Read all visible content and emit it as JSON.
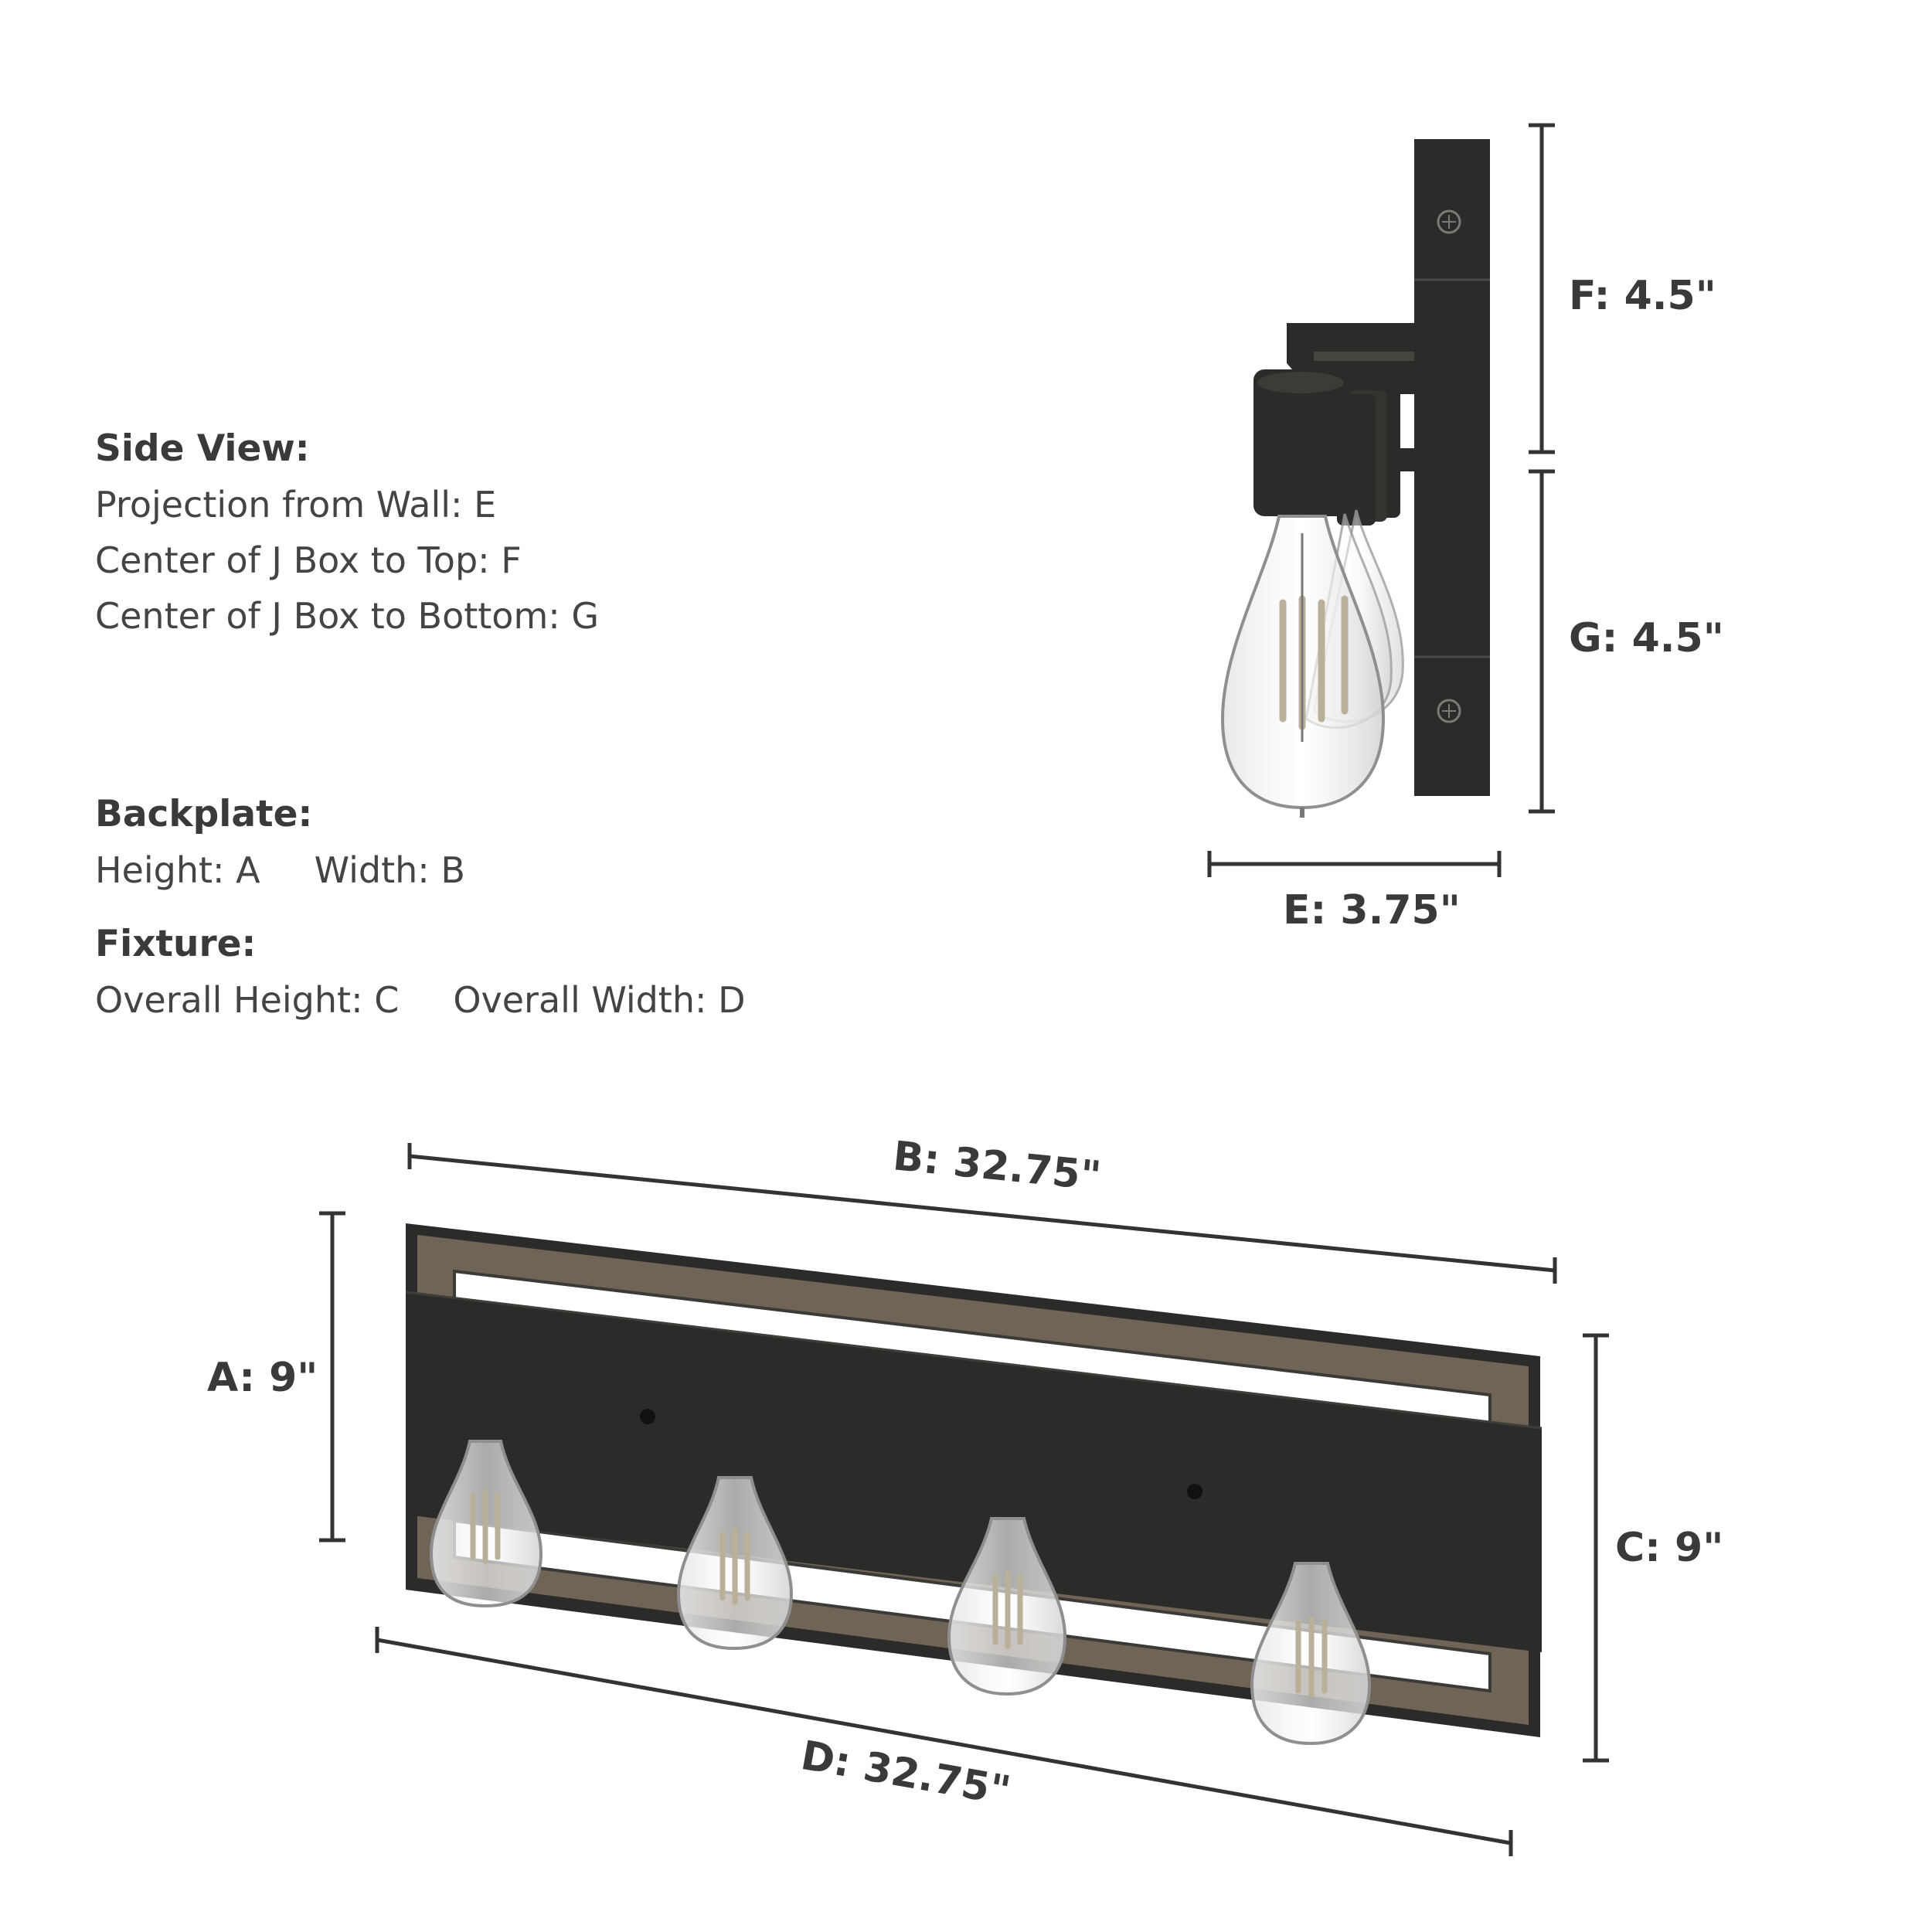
{
  "legend": {
    "side_view": {
      "heading": "Side View:",
      "lines": [
        "Projection from Wall: E",
        "Center of J Box to Top: F",
        "Center of J Box to Bottom: G"
      ]
    },
    "backplate": {
      "heading": "Backplate:",
      "height": "Height: A",
      "width": "Width: B"
    },
    "fixture": {
      "heading": "Fixture:",
      "height": "Overall Height: C",
      "width": "Overall Width: D"
    }
  },
  "dimensions": {
    "A": "A: 9\"",
    "B": "B: 32.75\"",
    "C": "C: 9\"",
    "D": "D: 32.75\"",
    "E": "E: 3.75\"",
    "F": "F: 4.5\"",
    "G": "G: 4.5\""
  },
  "colors": {
    "metal": "#2b2b29",
    "wood": "#6f6456",
    "line": "#333333",
    "filament": "#b9b09a"
  }
}
